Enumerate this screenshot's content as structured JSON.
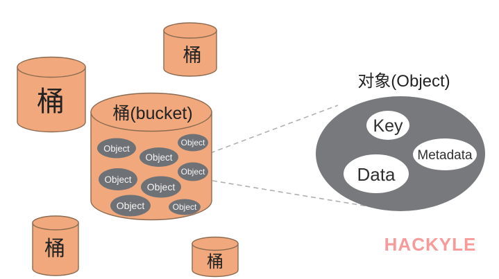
{
  "diagram": {
    "description": "Object storage concept diagram: buckets contain objects; an object consists of Key, Data and Metadata",
    "buckets": {
      "top_left": {
        "label": "桶"
      },
      "top_middle": {
        "label": "桶"
      },
      "main": {
        "label": "桶(bucket)",
        "object_label": "Object",
        "object_count": 8
      },
      "bottom_left": {
        "label": "桶"
      },
      "bottom_right": {
        "label": "桶"
      }
    },
    "object_detail": {
      "title": "对象(Object)",
      "key_label": "Key",
      "metadata_label": "Metadata",
      "data_label": "Data"
    },
    "watermark": "HACKYLE",
    "colors": {
      "bucket_fill": "#F0A87C",
      "bucket_stroke": "#8A6A50",
      "object_ellipse_gray": "#6E7276",
      "object_text": "#F5F5F5",
      "detail_ellipse_gray": "#77797C",
      "inner_ellipse_white": "#FFFFFF",
      "label_text_dark": "#222222",
      "dashed_line_gray": "#B0B0B0",
      "watermark_pink": "#F89A9A",
      "background": "#FFFFFF"
    }
  }
}
